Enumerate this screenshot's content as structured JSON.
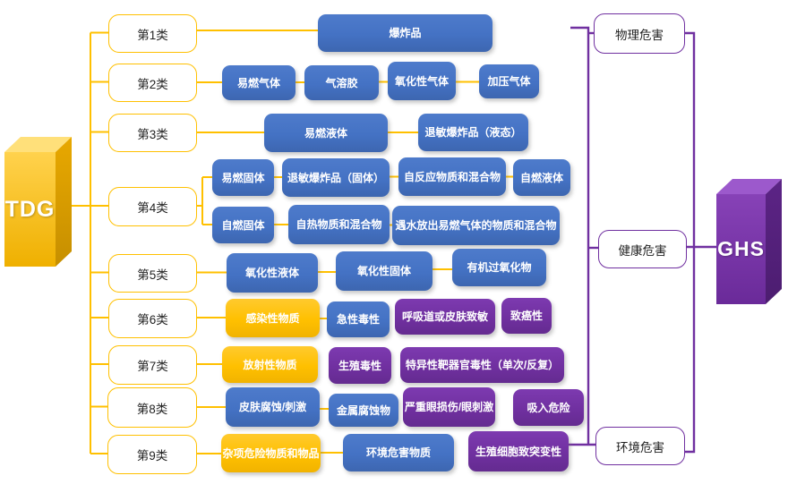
{
  "colors": {
    "tdg_gold": "#FFC000",
    "ghs_purple": "#7030A0",
    "shared_blue": "#4472C4",
    "connector_gold": "#FFC000",
    "connector_purple": "#7030A0"
  },
  "tdg": {
    "label": "TDG"
  },
  "ghs": {
    "label": "GHS"
  },
  "hazard_groups": [
    {
      "label": "物理危害"
    },
    {
      "label": "健康危害"
    },
    {
      "label": "环境危害"
    }
  ],
  "rows": [
    {
      "class_label": "第1类",
      "items": [
        {
          "label": "爆炸品",
          "color": "blue"
        }
      ]
    },
    {
      "class_label": "第2类",
      "items": [
        {
          "label": "易燃气体",
          "color": "blue"
        },
        {
          "label": "气溶胶",
          "color": "blue"
        },
        {
          "label": "氧化性气体",
          "color": "blue"
        },
        {
          "label": "加压气体",
          "color": "blue"
        }
      ]
    },
    {
      "class_label": "第3类",
      "items": [
        {
          "label": "易燃液体",
          "color": "blue"
        },
        {
          "label": "退敏爆炸品（液态）",
          "color": "blue"
        }
      ]
    },
    {
      "class_label": "第4类",
      "items": [
        {
          "label": "易燃固体",
          "color": "blue",
          "sub_row": 1
        },
        {
          "label": "退敏爆炸品（固体）",
          "color": "blue",
          "sub_row": 1
        },
        {
          "label": "自反应物质和混合物",
          "color": "blue",
          "sub_row": 1
        },
        {
          "label": "自燃液体",
          "color": "blue",
          "sub_row": 1
        },
        {
          "label": "自燃固体",
          "color": "blue",
          "sub_row": 2
        },
        {
          "label": "自热物质和混合物",
          "color": "blue",
          "sub_row": 2
        },
        {
          "label": "遇水放出易燃气体的物质和混合物",
          "color": "blue",
          "sub_row": 2
        }
      ]
    },
    {
      "class_label": "第5类",
      "items": [
        {
          "label": "氧化性液体",
          "color": "blue"
        },
        {
          "label": "氧化性固体",
          "color": "blue"
        },
        {
          "label": "有机过氧化物",
          "color": "blue"
        }
      ]
    },
    {
      "class_label": "第6类",
      "items": [
        {
          "label": "感染性物质",
          "color": "gold"
        },
        {
          "label": "急性毒性",
          "color": "blue"
        },
        {
          "label": "呼吸道或皮肤致敏",
          "color": "purple"
        },
        {
          "label": "致癌性",
          "color": "purple"
        }
      ]
    },
    {
      "class_label": "第7类",
      "items": [
        {
          "label": "放射性物质",
          "color": "gold"
        },
        {
          "label": "生殖毒性",
          "color": "purple"
        },
        {
          "label": "特异性靶器官毒性（单次/反复）",
          "color": "purple"
        }
      ]
    },
    {
      "class_label": "第8类",
      "items": [
        {
          "label": "皮肤腐蚀/刺激",
          "color": "blue"
        },
        {
          "label": "金属腐蚀物",
          "color": "blue"
        },
        {
          "label": "严重眼损伤/眼刺激",
          "color": "purple"
        },
        {
          "label": "吸入危险",
          "color": "purple"
        }
      ]
    },
    {
      "class_label": "第9类",
      "items": [
        {
          "label": "杂项危险物质和物品",
          "color": "gold"
        },
        {
          "label": "环境危害物质",
          "color": "blue"
        },
        {
          "label": "生殖细胞致突变性",
          "color": "purple"
        }
      ]
    }
  ]
}
